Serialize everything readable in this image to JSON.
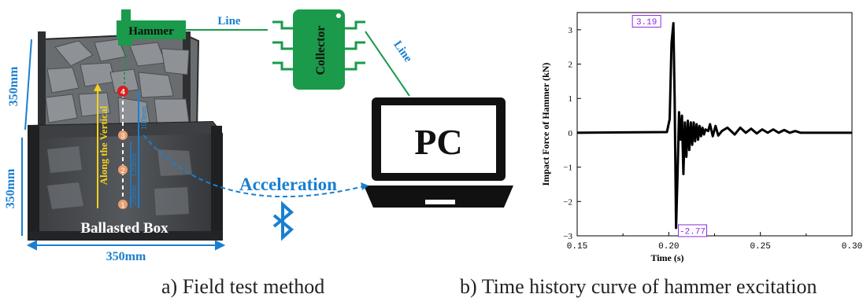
{
  "diagram": {
    "hammer_label": "Hammer",
    "line_label_1": "Line",
    "line_label_2": "Line",
    "collector_label": "Collector",
    "pc_label": "PC",
    "acceleration_label": "Acceleration",
    "box_label": "Ballasted Box",
    "dim_left_top": "350mm",
    "dim_left_bottom": "350mm",
    "dim_bottom": "350mm",
    "vertical_label": "Along the Vertical",
    "side_label_1": "100mm",
    "side_label_2": "120mm",
    "side_label_3": "20mm",
    "sensor_labels": [
      "4",
      "3",
      "2",
      "1"
    ],
    "colors": {
      "green": "#1a9a4a",
      "blue": "#1a7fd0",
      "yellow": "#f2d21e",
      "red": "#d81e1e",
      "orange": "#e8a070"
    }
  },
  "chart_data": {
    "type": "line",
    "title": "",
    "xlabel": "Time (s)",
    "ylabel": "Impact Force of Hammer (kN)",
    "xlim": [
      0.15,
      0.3
    ],
    "ylim": [
      -3,
      3.5
    ],
    "xticks": [
      "0.15",
      "0.20",
      "0.25",
      "0.30"
    ],
    "yticks": [
      "-3",
      "-2",
      "-1",
      "0",
      "1",
      "2",
      "3"
    ],
    "grid": false,
    "annotations": [
      {
        "text": "3.19",
        "x": 0.2025,
        "y": 3.19
      },
      {
        "text": "-2.77",
        "x": 0.2035,
        "y": -2.77
      }
    ],
    "series": [
      {
        "x": [
          0.15,
          0.199,
          0.2005,
          0.2015,
          0.2025,
          0.2032,
          0.204,
          0.2048,
          0.2056,
          0.2064,
          0.2072,
          0.208,
          0.2088,
          0.2096,
          0.2104,
          0.2112,
          0.212,
          0.2128,
          0.2136,
          0.2144,
          0.2152,
          0.216,
          0.2168,
          0.2176,
          0.2184,
          0.2192,
          0.22,
          0.2215,
          0.2225,
          0.224,
          0.2255,
          0.227,
          0.229,
          0.232,
          0.236,
          0.239,
          0.242,
          0.245,
          0.248,
          0.251,
          0.254,
          0.257,
          0.26,
          0.263,
          0.266,
          0.269,
          0.272,
          0.3
        ],
        "y": [
          0,
          0.02,
          0.4,
          2.6,
          3.19,
          1.0,
          -2.77,
          -1.2,
          0.6,
          -0.2,
          0.5,
          -1.2,
          0.3,
          -0.7,
          0.35,
          -0.5,
          0.3,
          -0.35,
          0.3,
          -0.25,
          0.25,
          -0.2,
          0.2,
          -0.1,
          0.15,
          -0.05,
          0.1,
          0.05,
          0.25,
          -0.1,
          0.2,
          -0.08,
          0.05,
          0.15,
          -0.05,
          0.15,
          0.0,
          0.12,
          -0.02,
          0.1,
          0.0,
          0.1,
          0.0,
          0.08,
          0.0,
          0.05,
          0.0,
          0.0
        ]
      }
    ]
  },
  "captions": {
    "left": "a) Field test method",
    "right": "b) Time history curve of hammer excitation"
  }
}
